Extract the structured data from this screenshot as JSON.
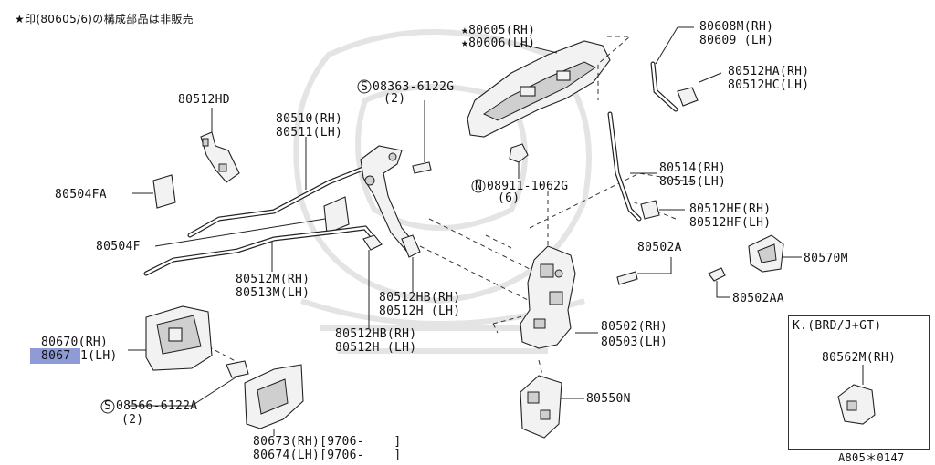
{
  "header_note": "★印(80605/6)の構成部品は非販売",
  "diagram_code": "A805＊0147",
  "labels": {
    "l80605": "★80605(RH)",
    "l80606": "★80606(LH)",
    "l80608m": "80608M(RH)",
    "l80609": "80609 (LH)",
    "l80512ha": "80512HA(RH)",
    "l80512hc": "80512HC(LH)",
    "l08363": "08363-6122G",
    "l08363q": "(2)",
    "l80512hd": "80512HD",
    "l80510": "80510(RH)",
    "l80511": "80511(LH)",
    "l80504fa": "80504FA",
    "l80504f": "80504F",
    "l08911": "08911-1062G",
    "l08911q": "(6)",
    "l80514": "80514(RH)",
    "l80515": "80515(LH)",
    "l80512he": "80512HE(RH)",
    "l80512hf": "80512HF(LH)",
    "l80502a": "80502A",
    "l80570m": "80570M",
    "l80502aa": "80502AA",
    "l80512m": "80512M(RH)",
    "l80513m": "80513M(LH)",
    "l80512hb1": "80512HB(RH)",
    "l80512h1": "80512H (LH)",
    "l80512hb2": "80512HB(RH)",
    "l80512h2": "80512H (LH)",
    "l80670": "80670(RH)",
    "l80671a": "8067",
    "l80671b": "1(LH)",
    "l80502": "80502(RH)",
    "l80503": "80503(LH)",
    "l08566": "08566-6122A",
    "l08566q": "(2)",
    "l80550n": "80550N",
    "l80673": "80673(RH)[9706-    ]",
    "l80674": "80674(LH)[9706-    ]",
    "inset_title": "K.(BRD/J+GT)",
    "inset_part": "80562M(RH)",
    "s_symbol": "S",
    "n_symbol": "N"
  },
  "colors": {
    "highlight": "#8f9bd6",
    "line": "#222222",
    "watermark": "#e4e4e4"
  }
}
